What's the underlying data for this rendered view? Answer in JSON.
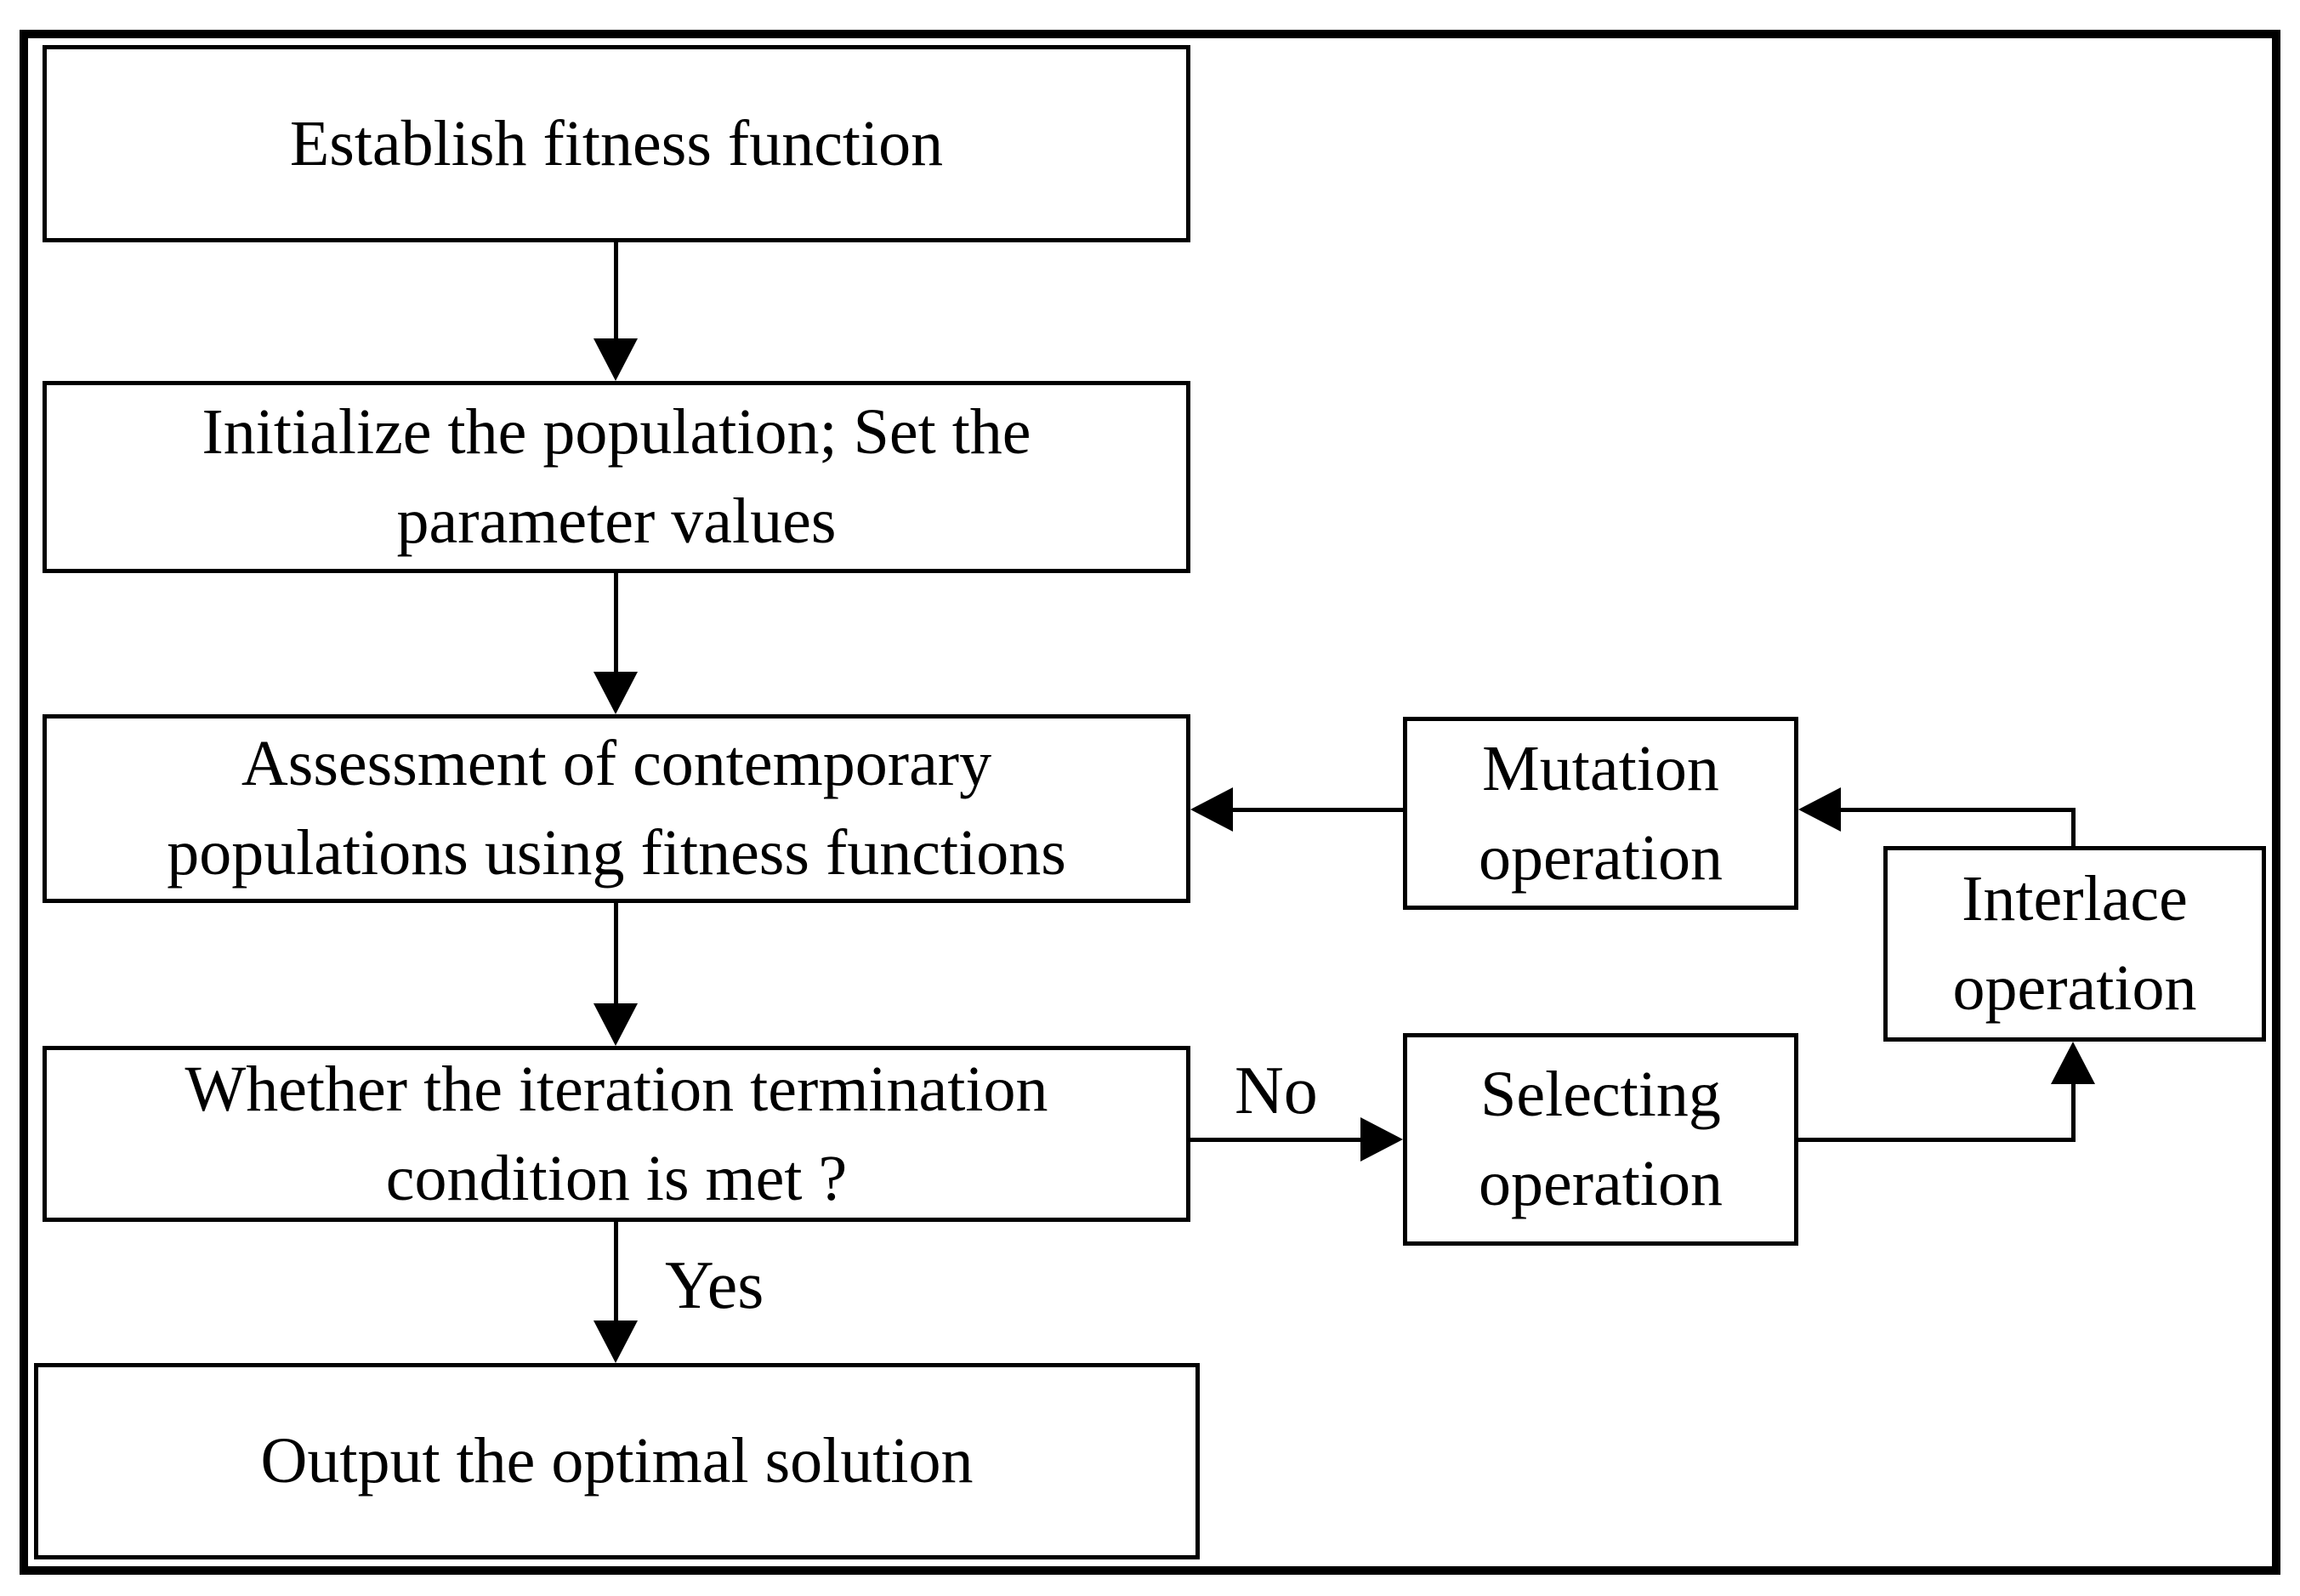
{
  "figure": {
    "type": "flowchart",
    "background_color": "#ffffff",
    "line_color": "#000000",
    "box_fill_color": "#ffffff",
    "nodes": {
      "establish_fitness": {
        "lines": [
          "Establish fitness function"
        ]
      },
      "initialize_population": {
        "lines": [
          "Initialize the population; Set the",
          "parameter values"
        ]
      },
      "assess_population": {
        "lines": [
          "Assessment of contemporary",
          "populations using fitness functions"
        ]
      },
      "termination_check": {
        "lines": [
          "Whether the iteration termination",
          "condition is met ?"
        ]
      },
      "output_solution": {
        "lines": [
          "Output the optimal solution"
        ]
      },
      "mutation": {
        "lines": [
          "Mutation",
          "operation"
        ]
      },
      "interlace": {
        "lines": [
          "Interlace",
          "operation"
        ]
      },
      "selecting": {
        "lines": [
          "Selecting",
          "operation"
        ]
      }
    },
    "edge_labels": {
      "yes": "Yes",
      "no": "No"
    }
  }
}
